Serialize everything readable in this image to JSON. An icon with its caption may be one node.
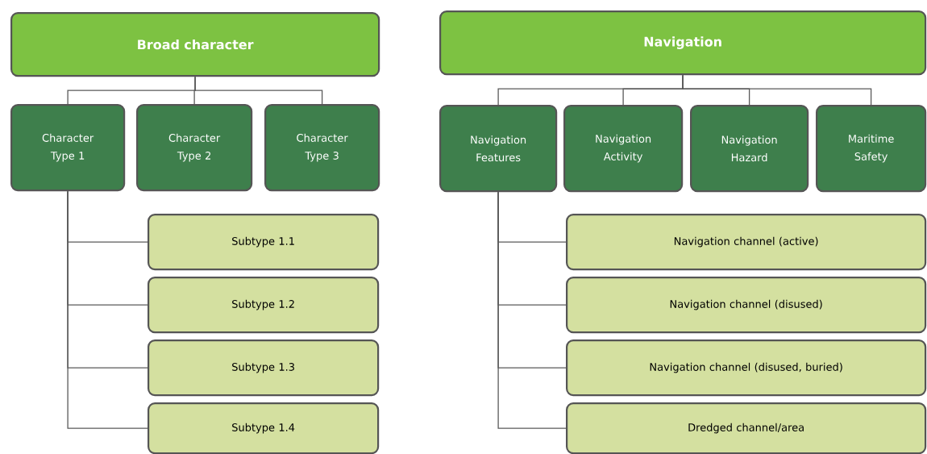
{
  "diagram": {
    "nodes": [
      {
        "text": [
          "Broad character"
        ]
      },
      {
        "text": [
          "Character Type 1"
        ]
      },
      {
        "text": [
          "Character Type 2"
        ]
      },
      {
        "text": [
          "Character Type 3"
        ]
      },
      {
        "text": [
          "Subtype 1.1"
        ]
      },
      {
        "text": [
          "Subtype 1.2"
        ]
      },
      {
        "text": [
          "Subtype 1.3"
        ]
      },
      {
        "text": [
          "Subtype 1.4"
        ]
      },
      {
        "text": [
          "Navigation"
        ]
      },
      {
        "text": [
          "Navigation Features"
        ]
      },
      {
        "text": [
          "Navigation Activity"
        ]
      },
      {
        "text": [
          "Navigation Hazard"
        ]
      },
      {
        "text": [
          "Maritime Safety"
        ]
      },
      {
        "text": [
          "Navigation channel (active)"
        ]
      },
      {
        "text": [
          "Navigation channel (disused)"
        ]
      },
      {
        "text": [
          "Navigation channel (disused, buried)"
        ]
      },
      {
        "text": [
          "Dredged channel/area"
        ]
      }
    ],
    "edges": [
      {
        "from": 0,
        "to": 1,
        "arrow": "none"
      },
      {
        "from": 0,
        "to": 2,
        "arrow": "none"
      },
      {
        "from": 0,
        "to": 3,
        "arrow": "none"
      },
      {
        "from": 1,
        "to": 4,
        "arrow": "none"
      },
      {
        "from": 1,
        "to": 5,
        "arrow": "none"
      },
      {
        "from": 1,
        "to": 6,
        "arrow": "none"
      },
      {
        "from": 1,
        "to": 7,
        "arrow": "none"
      },
      {
        "from": 8,
        "to": 9,
        "arrow": "none"
      },
      {
        "from": 8,
        "to": 10,
        "arrow": "none"
      },
      {
        "from": 8,
        "to": 11,
        "arrow": "none"
      },
      {
        "from": 8,
        "to": 12,
        "arrow": "none"
      },
      {
        "from": 9,
        "to": 13,
        "arrow": "none"
      },
      {
        "from": 9,
        "to": 14,
        "arrow": "none"
      },
      {
        "from": 9,
        "to": 15,
        "arrow": "none"
      },
      {
        "from": 9,
        "to": 16,
        "arrow": "none"
      }
    ]
  }
}
